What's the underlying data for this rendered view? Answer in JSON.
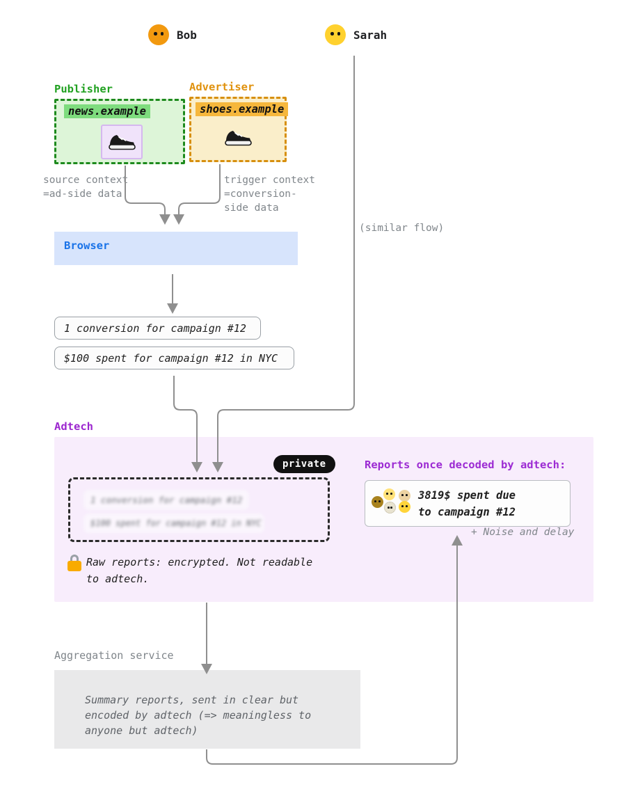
{
  "colors": {
    "publisher_green": "#21a121",
    "publisher_bg": "#ddf5d8",
    "advertiser_orange": "#e0920e",
    "advertiser_bg": "#faeeca",
    "browser_blue": "#1a73e8",
    "browser_bg": "#d7e4fc",
    "adtech_purple": "#9c27cf",
    "adtech_bg": "#f8edfc",
    "aggregation_bg": "#e9e9ea",
    "arrow_gray": "#8f8f8f",
    "bob_face": "#f2990f",
    "sarah_face": "#ffd12e",
    "lock_gold": "#f9ab00"
  },
  "actors": {
    "bob": {
      "label": "Bob"
    },
    "sarah": {
      "label": "Sarah"
    }
  },
  "publisher": {
    "label": "Publisher",
    "site": "news.example"
  },
  "advertiser": {
    "label": "Advertiser",
    "site": "shoes.example"
  },
  "annotations": {
    "source_context": "source context\n=ad-side data",
    "trigger_context": "trigger context\n=conversion-\nside data",
    "similar_flow": "(similar flow)"
  },
  "browser": {
    "label": "Browser"
  },
  "reports": {
    "conversion": "1 conversion for campaign #12",
    "spend": "$100 spent for campaign #12 in NYC"
  },
  "adtech": {
    "label": "Adtech",
    "private_badge": "private",
    "encrypted_reports": [
      "1 conversion for campaign #12",
      "$100 spent for campaign #12 in NYC"
    ],
    "lock_note": "Raw reports: encrypted. Not readable\nto adtech.",
    "decoded_heading": "Reports once decoded by adtech:",
    "decoded_report": "3819$ spent due\nto campaign #12",
    "noise_note": "+ Noise and delay"
  },
  "aggregation": {
    "label": "Aggregation service",
    "note": "Summary reports, sent in clear but\nencoded by adtech (=> meaningless to\nanyone but adtech)"
  }
}
